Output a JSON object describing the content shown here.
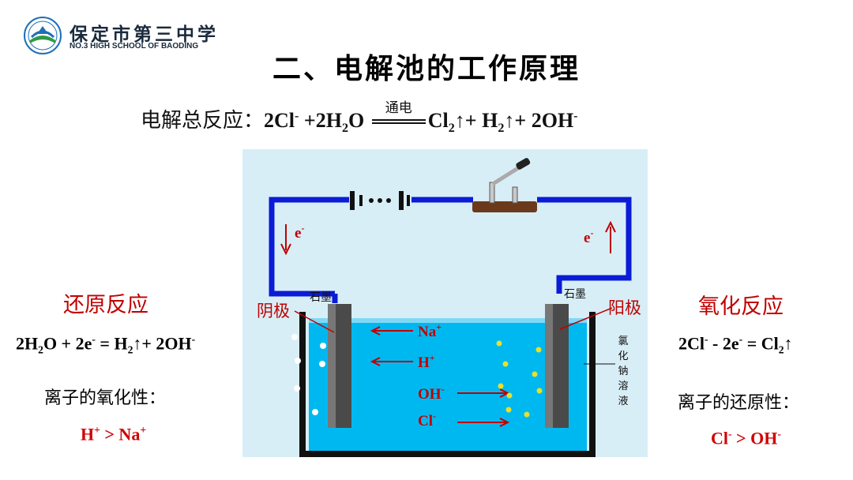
{
  "header": {
    "school_name": "保定市第三中学",
    "school_name_en": "NO.3 HIGH SCHOOL OF BAODING"
  },
  "title": "二、电解池的工作原理",
  "overall": {
    "lead": "电解总反应：",
    "reactant_cl": "2Cl",
    "plus1": " +2H",
    "o": "O ",
    "condition": "通电",
    "cl2": "Cl",
    "h2": "↑+ H",
    "tail": "↑+ 2OH",
    "minus": "-",
    "sub2": "2"
  },
  "left": {
    "heading": "还原反应",
    "eq_a": "2H",
    "eq_b": "O + 2e",
    "eq_c": " = H",
    "eq_d": "↑+ 2OH",
    "property": "离子的氧化性：",
    "order_a": "H",
    "order_b": " > Na",
    "plus": "+",
    "minus": "-",
    "sub2": "2"
  },
  "right": {
    "heading": "氧化反应",
    "eq_a": "2Cl",
    "eq_b": " - 2e",
    "eq_c": " = Cl",
    "eq_d": "↑",
    "property": "离子的还原性：",
    "order_a": "Cl",
    "order_b": " > OH",
    "minus": "-",
    "sub2": "2"
  },
  "diagram": {
    "electron": "e",
    "electron_charge": "-",
    "cathode_material": "石墨",
    "anode_material": "石墨",
    "cathode_label": "阴极",
    "anode_label": "阳极",
    "ion_na": "Na",
    "ion_h": "H",
    "ion_oh": "OH",
    "ion_cl": "Cl",
    "plus": "+",
    "minus": "-",
    "solution_1": "氯",
    "solution_2": "化",
    "solution_3": "钠",
    "solution_4": "溶",
    "solution_5": "液"
  },
  "colors": {
    "accent_red": "#c00000",
    "wire_blue": "#0a1cd6",
    "electrolyte": "#00b8f0",
    "background_panel": "#d8eef7"
  }
}
